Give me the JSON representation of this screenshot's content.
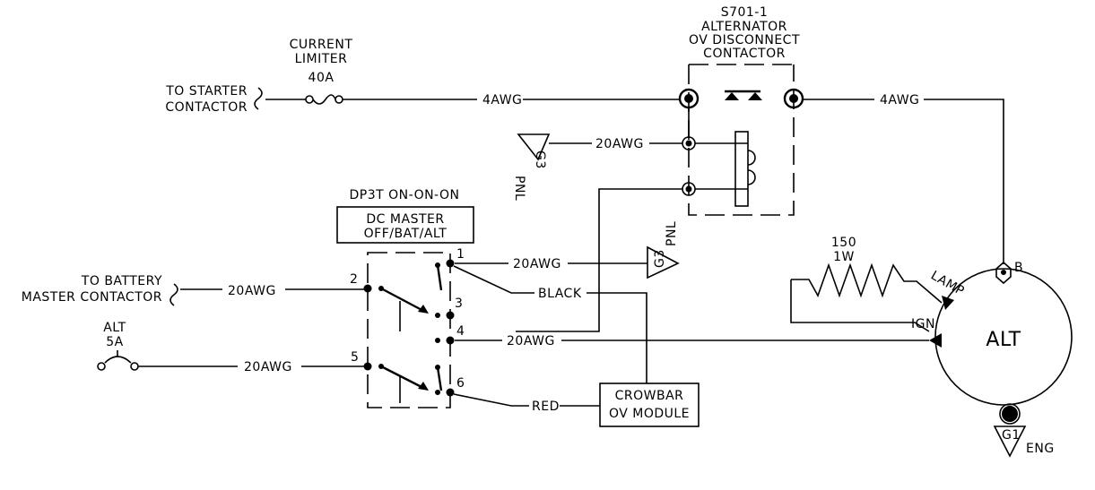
{
  "contactor": {
    "line1": "S701-1",
    "line2": "ALTERNATOR",
    "line3": "OV DISCONNECT",
    "line4": "CONTACTOR"
  },
  "limiter": {
    "line1": "CURRENT",
    "line2": "LIMITER",
    "line3": "40A"
  },
  "starter": {
    "line1": "TO STARTER",
    "line2": "CONTACTOR"
  },
  "battery": {
    "line1": "TO BATTERY",
    "line2": "MASTER CONTACTOR"
  },
  "alt_breaker": {
    "line1": "ALT",
    "line2": "5A"
  },
  "switch": {
    "type": "DP3T ON-ON-ON",
    "name1": "DC MASTER",
    "name2": "OFF/BAT/ALT",
    "terminals": [
      "1",
      "2",
      "3",
      "4",
      "5",
      "6"
    ]
  },
  "wires": {
    "w4awg": "4AWG",
    "w20awg": "20AWG",
    "black": "BLACK",
    "red": "RED"
  },
  "grounds": {
    "g3": "G3",
    "pnl": "PNL",
    "g1": "G1",
    "eng": "ENG"
  },
  "resistor": {
    "line1": "150",
    "line2": "1W"
  },
  "crowbar": {
    "line1": "CROWBAR",
    "line2": "OV MODULE"
  },
  "alternator": {
    "label": "ALT",
    "b": "B",
    "lamp": "LAMP",
    "ign": "IGN"
  }
}
